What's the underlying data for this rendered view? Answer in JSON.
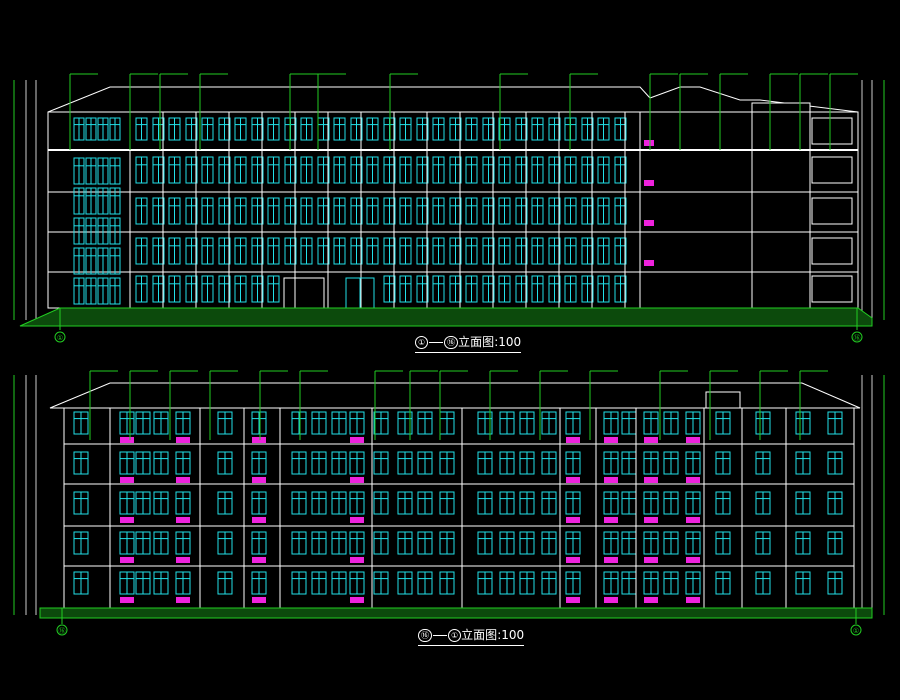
{
  "drawing": {
    "background": "#000000",
    "colors": {
      "outline": "#ffffff",
      "window": "#22e0e8",
      "annotation": "#22cc22",
      "ground": "#22cc22",
      "grid_axis": "#22cc22",
      "spandrel": "#ee22dd",
      "dimension": "#cccccc"
    }
  },
  "elevations": [
    {
      "id": "front",
      "title_from": "①",
      "title_to": "⑯",
      "title_suffix": "立面图",
      "scale_text": ":100",
      "axis_left": "①",
      "axis_right": "⑯"
    },
    {
      "id": "rear",
      "title_from": "⑯",
      "title_to": "①",
      "title_suffix": "立面图",
      "scale_text": ":100",
      "axis_left": "⑯",
      "axis_right": "①"
    }
  ]
}
